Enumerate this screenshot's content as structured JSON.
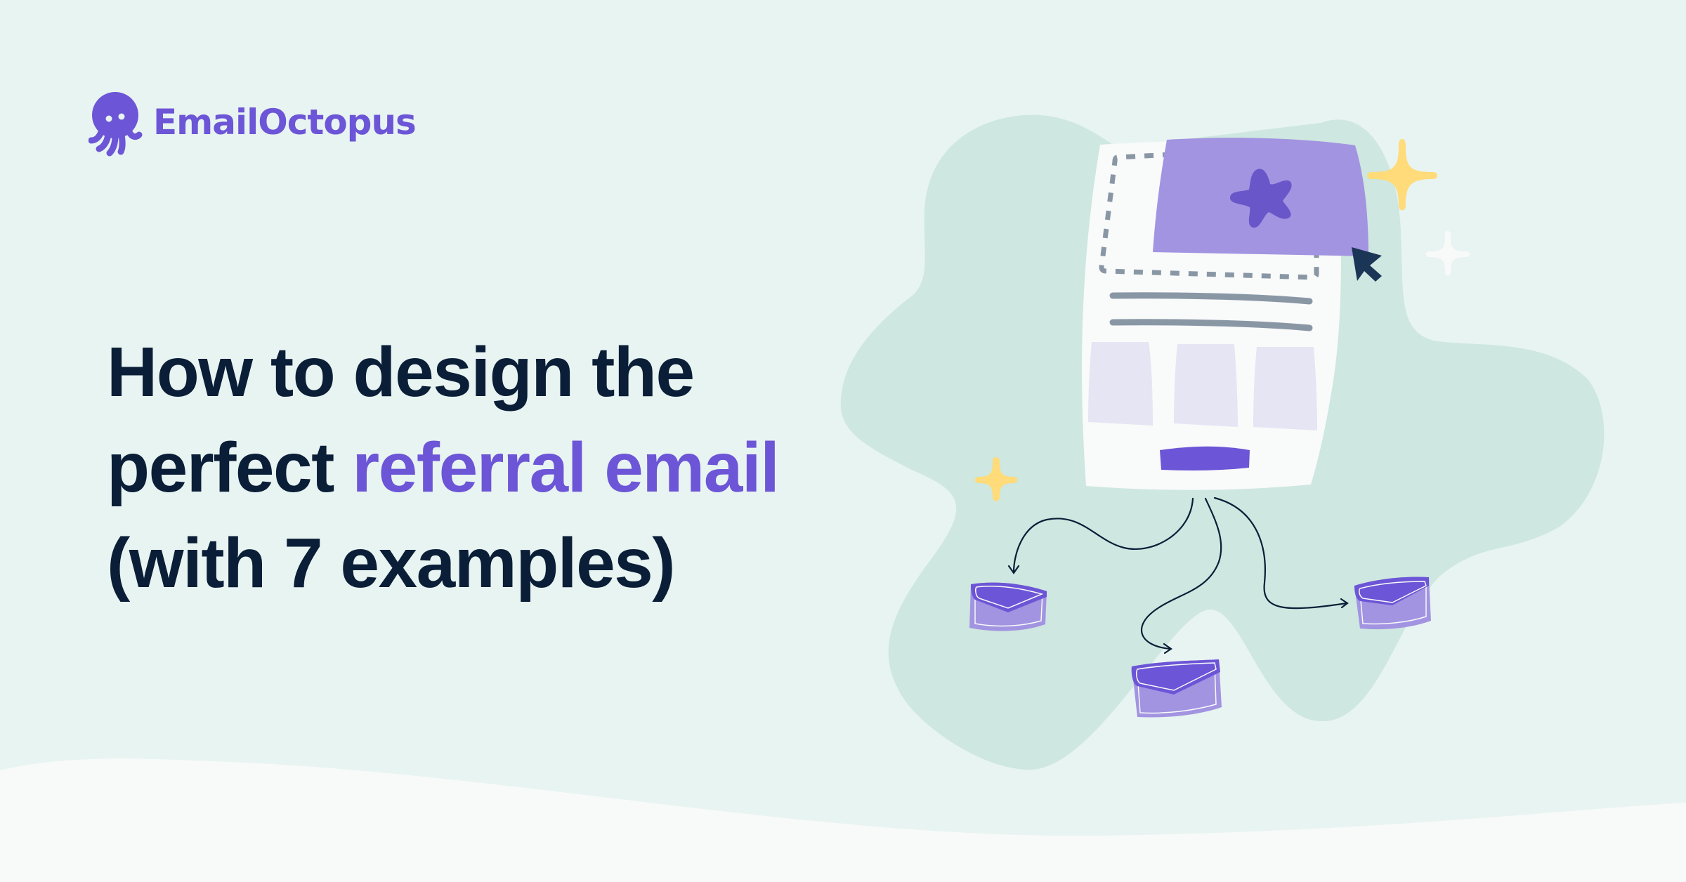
{
  "brand": {
    "name": "EmailOctopus",
    "icon": "octopus-logo-icon",
    "color": "#6c55d6"
  },
  "headline": {
    "line1": "How to design the",
    "line2_prefix": "perfect ",
    "line2_accent": "referral email",
    "line3": "(with 7 examples)",
    "text_color": "#0b1e38",
    "accent_color": "#6c55d6"
  },
  "illustration": {
    "description": "Email template with hero image and star, cursor clicking, arrows sending to three envelopes",
    "elements": [
      "email-document",
      "hero-image-star",
      "cursor-icon",
      "sparkle-icon",
      "sparkle-icon",
      "sparkle-icon",
      "envelope-icon",
      "envelope-icon",
      "envelope-icon"
    ]
  },
  "colors": {
    "background": "#e8f4f1",
    "blob": "#cee7e0",
    "wave": "#f8faf9",
    "sheet": "#f9fafa",
    "purple_light": "#a294e1",
    "purple_dark": "#6c55d6",
    "gray_line": "#8997a5",
    "box": "#e6e5f3",
    "yellow": "#ffdb7a",
    "navy": "#1b3557"
  }
}
